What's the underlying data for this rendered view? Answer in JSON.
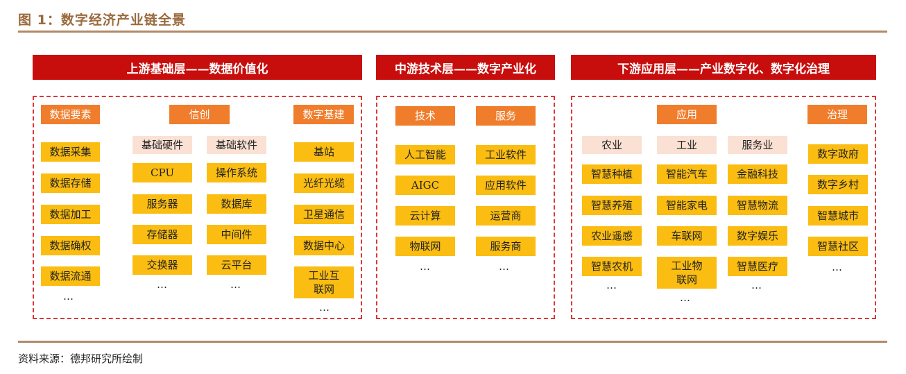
{
  "figure_title": "图 1：数字经济产业链全景",
  "source": "资料来源：德邦研究所绘制",
  "headers": {
    "upstream": "上游基础层——数据价值化",
    "midstream": "中游技术层——数字产业化",
    "downstream": "下游应用层——产业数字化、数字化治理"
  },
  "upstream": {
    "data_elements": {
      "title": "数据要素",
      "items": [
        "数据采集",
        "数据存储",
        "数据加工",
        "数据确权",
        "数据流通"
      ],
      "more": "…"
    },
    "xinchuang": {
      "title": "信创",
      "hardware": {
        "title": "基础硬件",
        "items": [
          "CPU",
          "服务器",
          "存储器",
          "交换器"
        ],
        "more": "…"
      },
      "software": {
        "title": "基础软件",
        "items": [
          "操作系统",
          "数据库",
          "中间件",
          "云平台"
        ],
        "more": "…"
      }
    },
    "digital_infra": {
      "title": "数字基建",
      "items": [
        "基站",
        "光纤光缆",
        "卫星通信",
        "数据中心",
        "工业互\n联网"
      ],
      "more": "…"
    }
  },
  "midstream": {
    "tech": {
      "title": "技术",
      "items": [
        "人工智能",
        "AIGC",
        "云计算",
        "物联网"
      ],
      "more": "…"
    },
    "service": {
      "title": "服务",
      "items": [
        "工业软件",
        "应用软件",
        "运营商",
        "服务商"
      ],
      "more": "…"
    }
  },
  "downstream": {
    "application": {
      "title": "应用",
      "agriculture": {
        "title": "农业",
        "items": [
          "智慧种植",
          "智慧养殖",
          "农业遥感",
          "智慧农机"
        ],
        "more": "…"
      },
      "industry": {
        "title": "工业",
        "items": [
          "智能汽车",
          "智能家电",
          "车联网",
          "工业物\n联网"
        ],
        "more": "…"
      },
      "services": {
        "title": "服务业",
        "items": [
          "金融科技",
          "智慧物流",
          "数字娱乐",
          "智慧医疗"
        ],
        "more": "…"
      }
    },
    "governance": {
      "title": "治理",
      "items": [
        "数字政府",
        "数字乡村",
        "智慧城市",
        "智慧社区"
      ],
      "more": "…"
    }
  },
  "colors": {
    "header_red": "#c80d0d",
    "title_orange": "#ef7d2c",
    "item_yellow": "#fbbd12",
    "subtitle_pink": "#fae1d4",
    "dashed_border": "#d9383a",
    "rule_brown": "#b08a67"
  }
}
